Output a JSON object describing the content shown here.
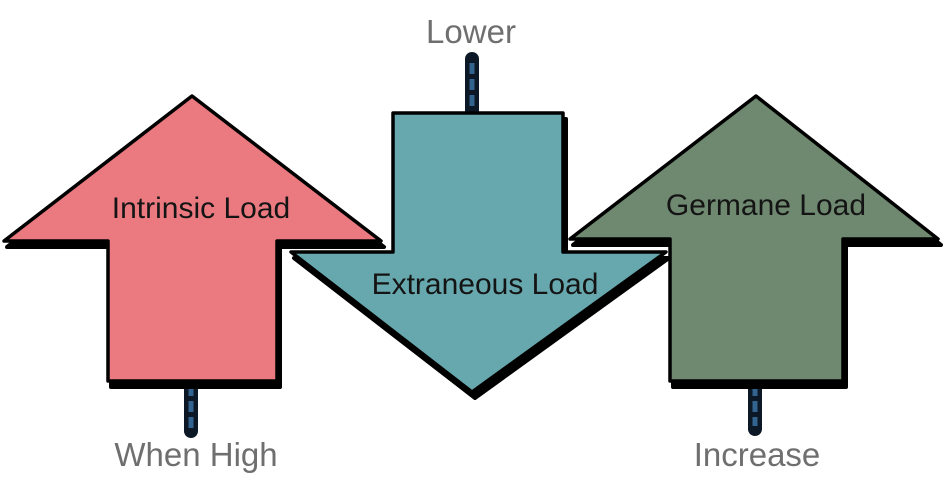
{
  "diagram": {
    "description": "Cognitive load diagram with three large arrows and dashed connectors",
    "arrows": [
      {
        "label": "Intrinsic Load",
        "direction": "up"
      },
      {
        "label": "Extraneous Load",
        "direction": "down"
      },
      {
        "label": "Germane Load",
        "direction": "up"
      }
    ],
    "annotations": {
      "top": "Lower",
      "bottom_left": "When High",
      "bottom_right": "Increase"
    },
    "colors": {
      "background": "#ffffff",
      "outline": "#000000",
      "shadow": "#000000",
      "intrinsic_fill": "#ea7a80",
      "extraneous_fill": "#67a8ae",
      "germane_fill": "#6f8971",
      "connector_casing": "#0d1826",
      "connector_dash": "#33638f",
      "annotation_text": "#6f6f6f",
      "label_text": "#141414"
    }
  }
}
